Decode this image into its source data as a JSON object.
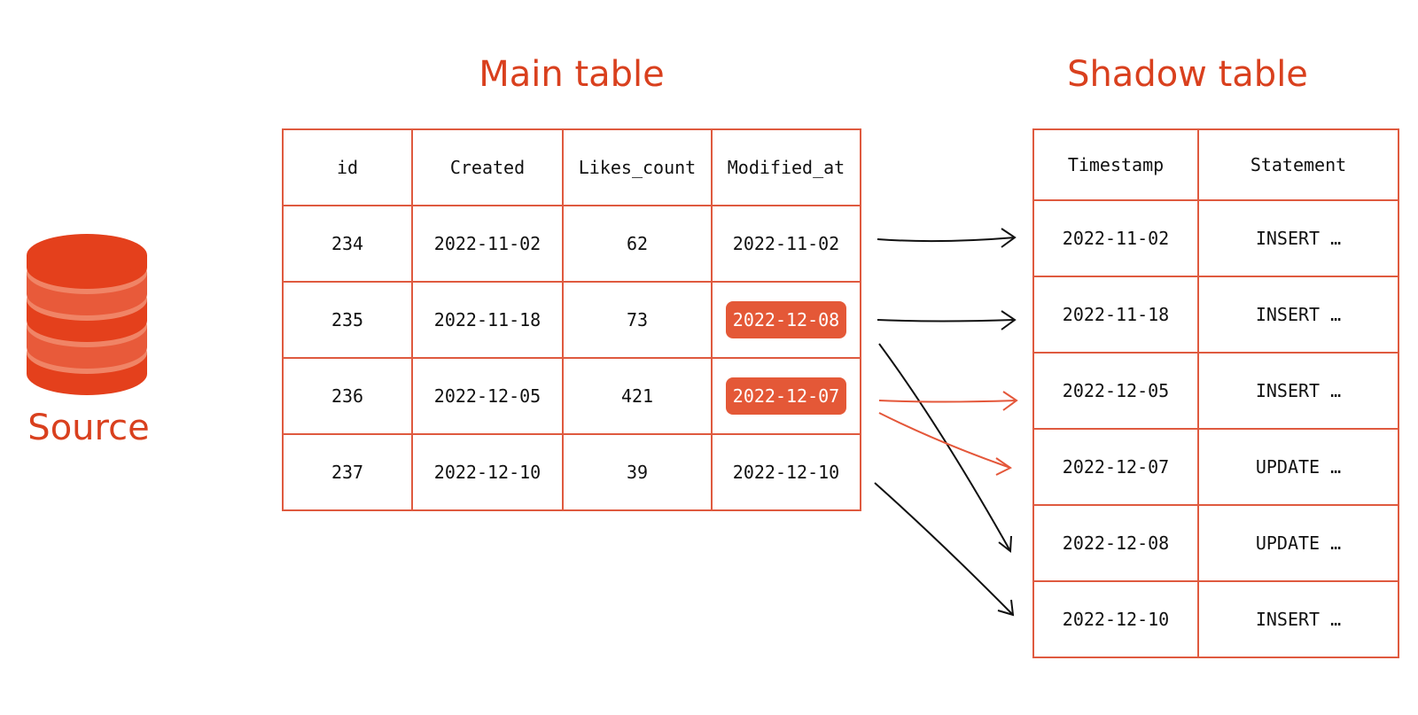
{
  "source": {
    "label": "Source",
    "icon": "database-icon",
    "color": "#e4401c"
  },
  "main_table": {
    "title": "Main table",
    "columns": [
      "id",
      "Created",
      "Likes_count",
      "Modified_at"
    ],
    "rows": [
      {
        "id": "234",
        "created": "2022-11-02",
        "likes_count": "62",
        "modified_at": "2022-11-02",
        "highlighted": false
      },
      {
        "id": "235",
        "created": "2022-11-18",
        "likes_count": "73",
        "modified_at": "2022-12-08",
        "highlighted": true
      },
      {
        "id": "236",
        "created": "2022-12-05",
        "likes_count": "421",
        "modified_at": "2022-12-07",
        "highlighted": true
      },
      {
        "id": "237",
        "created": "2022-12-10",
        "likes_count": "39",
        "modified_at": "2022-12-10",
        "highlighted": false
      }
    ]
  },
  "shadow_table": {
    "title": "Shadow table",
    "columns": [
      "Timestamp",
      "Statement"
    ],
    "rows": [
      {
        "timestamp": "2022-11-02",
        "statement": "INSERT …"
      },
      {
        "timestamp": "2022-11-18",
        "statement": "INSERT …"
      },
      {
        "timestamp": "2022-12-05",
        "statement": "INSERT …"
      },
      {
        "timestamp": "2022-12-07",
        "statement": "UPDATE  …"
      },
      {
        "timestamp": "2022-12-08",
        "statement": "UPDATE  …"
      },
      {
        "timestamp": "2022-12-10",
        "statement": "INSERT …"
      }
    ]
  },
  "arrows": [
    {
      "from_main_row": 0,
      "to_shadow_row": 0,
      "color": "#111111"
    },
    {
      "from_main_row": 1,
      "to_shadow_row": 1,
      "color": "#111111"
    },
    {
      "from_main_row": 1,
      "to_shadow_row": 4,
      "color": "#111111"
    },
    {
      "from_main_row": 2,
      "to_shadow_row": 2,
      "color": "#e4573a"
    },
    {
      "from_main_row": 2,
      "to_shadow_row": 3,
      "color": "#e4573a"
    },
    {
      "from_main_row": 3,
      "to_shadow_row": 5,
      "color": "#111111"
    }
  ],
  "colors": {
    "accent": "#d9401e",
    "grid": "#df5a3f",
    "highlight": "#e45837"
  }
}
